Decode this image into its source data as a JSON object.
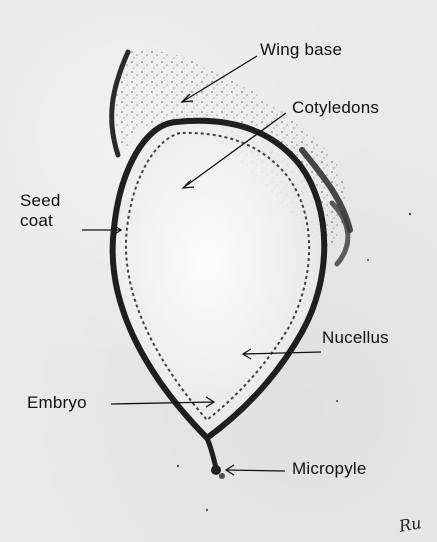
{
  "labels": {
    "wing_base": "Wing base",
    "cotyledons": "Cotyledons",
    "seed_coat_line1": "Seed",
    "seed_coat_line2": "coat",
    "nucellus": "Nucellus",
    "embryo": "Embryo",
    "micropyle": "Micropyle"
  },
  "signature": "Ru"
}
